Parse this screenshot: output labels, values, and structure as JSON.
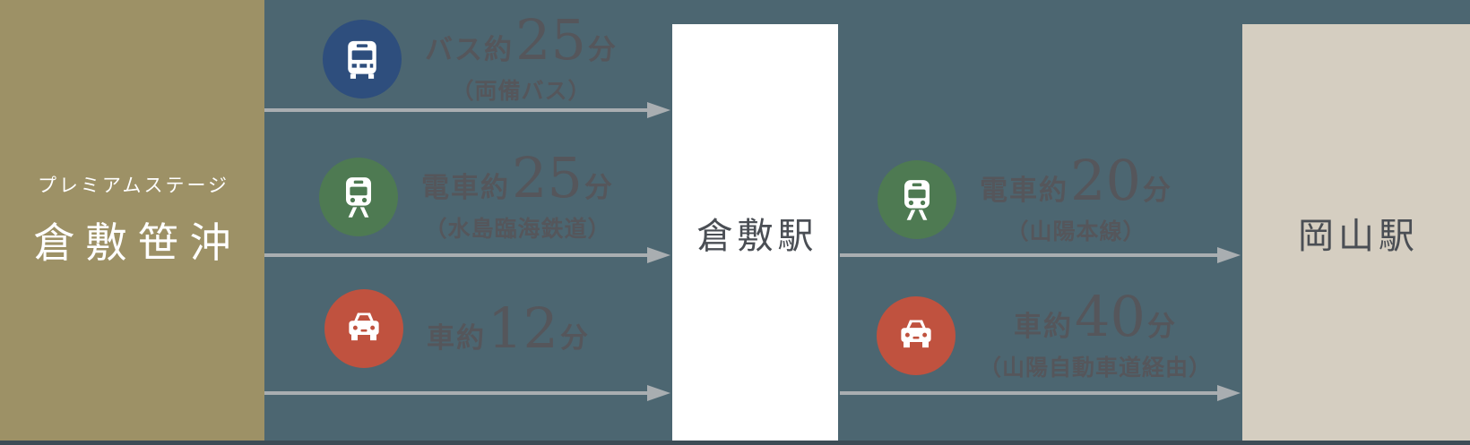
{
  "origin": {
    "subtitle": "プレミアムステージ",
    "title": "倉敷笹沖"
  },
  "stations": {
    "mid": "倉敷駅",
    "end": "岡山駅"
  },
  "left_routes": [
    {
      "icon": "bus-icon",
      "icon_color": "#2e4e7d",
      "prefix": "バス約",
      "number": "25",
      "unit": "分",
      "note": "（両備バス）"
    },
    {
      "icon": "train-icon",
      "icon_color": "#4e7a52",
      "prefix": "電車約",
      "number": "25",
      "unit": "分",
      "note": "（水島臨海鉄道）"
    },
    {
      "icon": "car-icon",
      "icon_color": "#c0523f",
      "prefix": "車約",
      "number": "12",
      "unit": "分",
      "note": ""
    }
  ],
  "right_routes": [
    {
      "icon": "train-icon",
      "icon_color": "#4e7a52",
      "prefix": "電車約",
      "number": "20",
      "unit": "分",
      "note": "（山陽本線）"
    },
    {
      "icon": "car-icon",
      "icon_color": "#c0523f",
      "prefix": "車約",
      "number": "40",
      "unit": "分",
      "note": "（山陽自動車道経由）"
    }
  ],
  "colors": {
    "background": "#4c6671",
    "origin_block": "#9d9166",
    "end_block": "#d5cec1",
    "station_box": "#ffffff",
    "bottom_strip": "#3d4c56",
    "arrow": "#a9aeb1",
    "text_dark": "#55565b",
    "station_text": "#4a4e54",
    "bus_blue": "#2e4e7d",
    "train_green": "#4e7a52",
    "car_red": "#c0523f"
  }
}
